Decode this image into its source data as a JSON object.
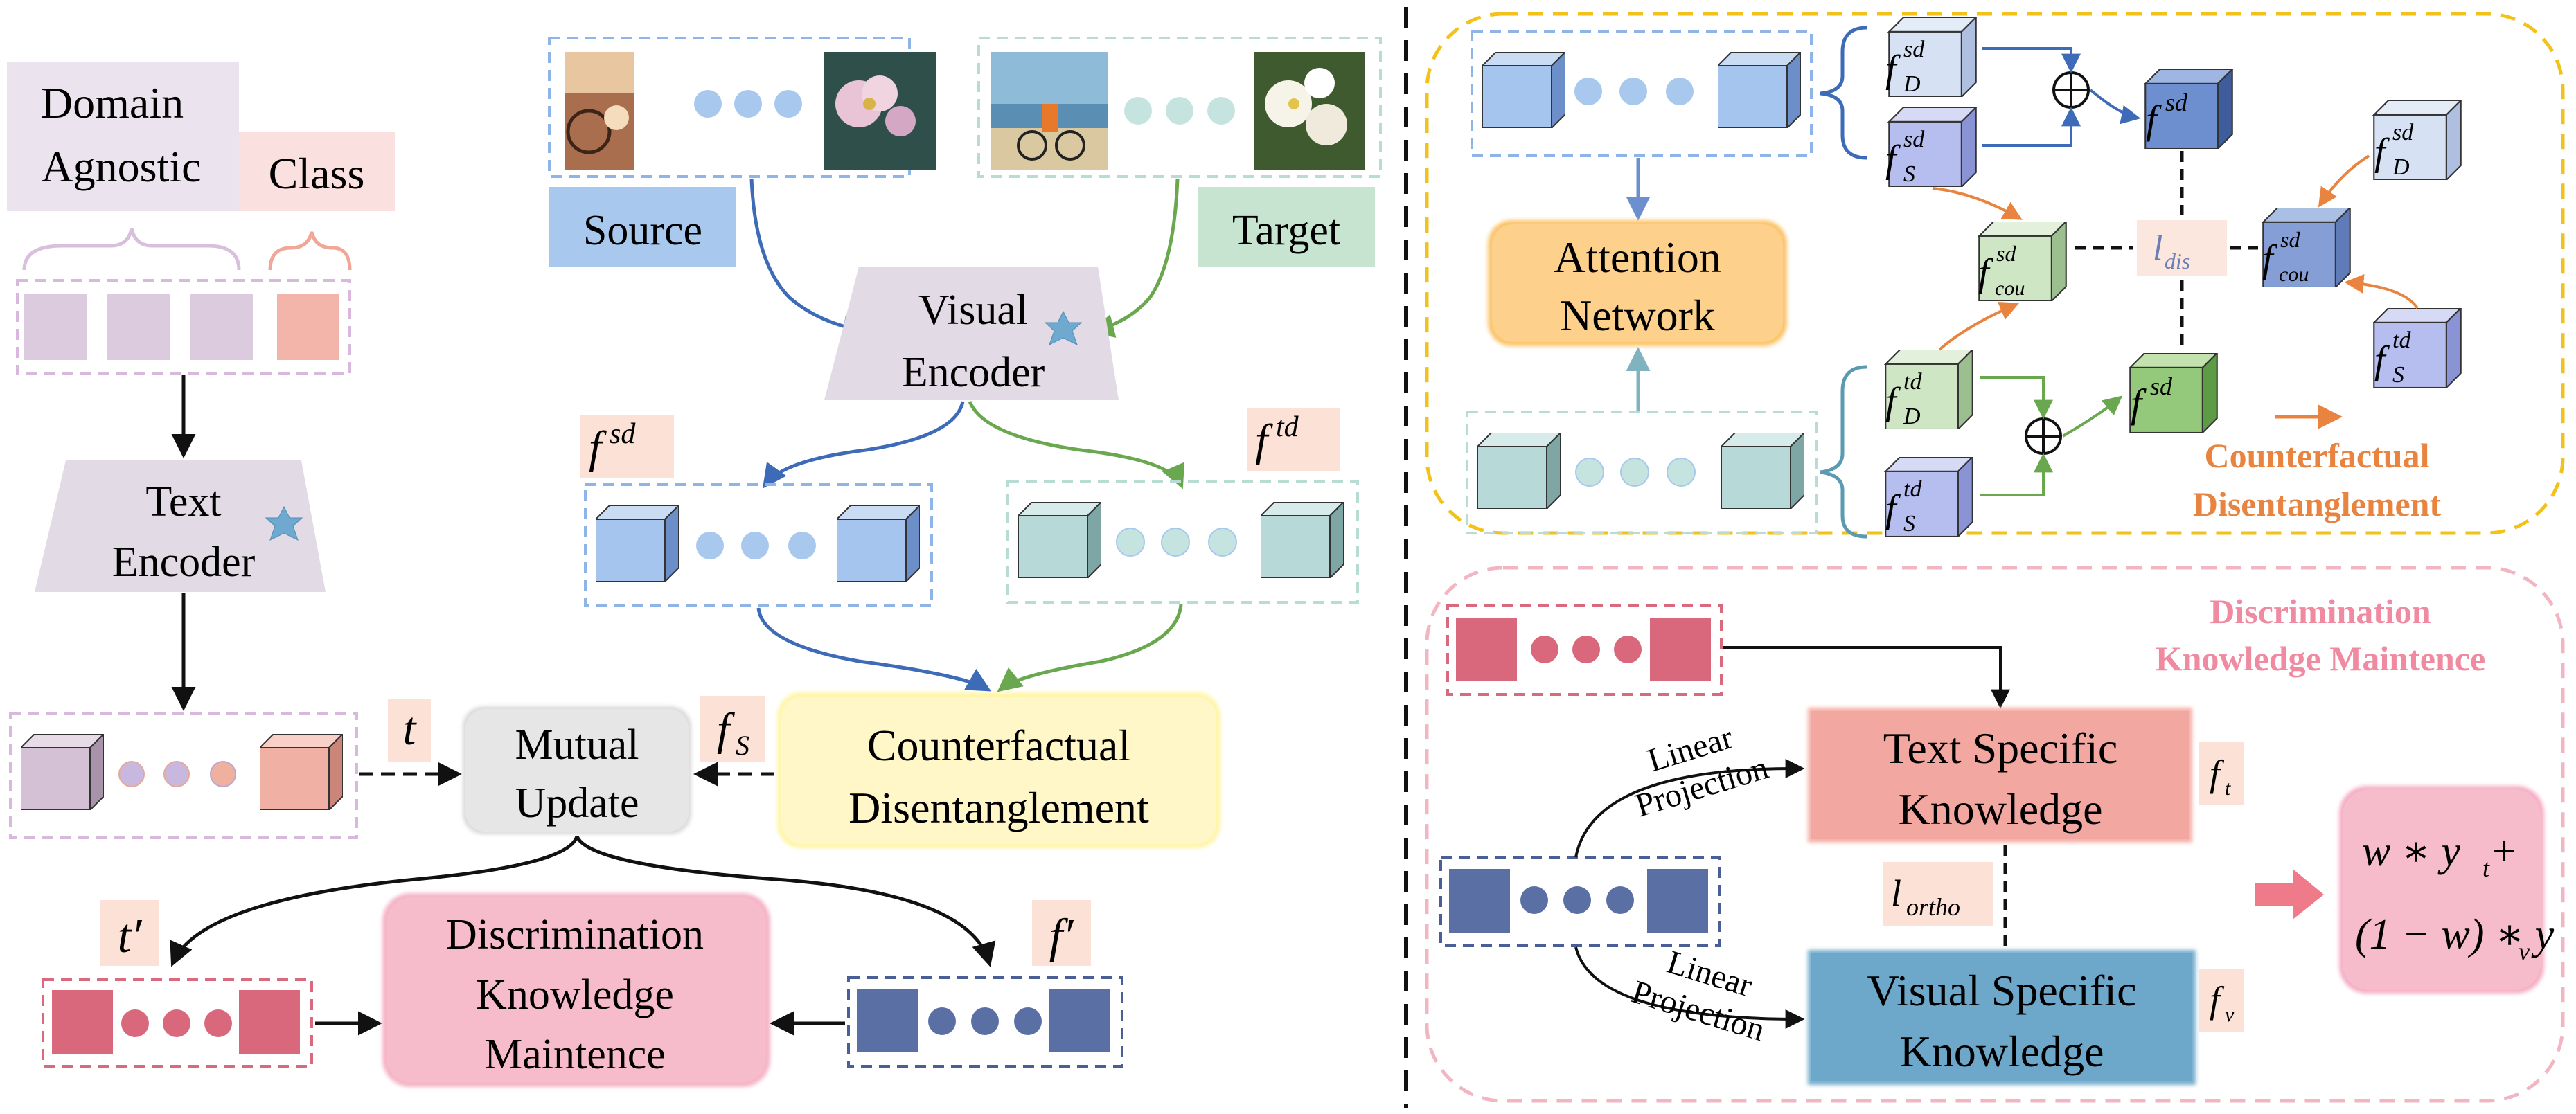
{
  "left": {
    "domain_agnostic_line1": "Domain",
    "domain_agnostic_line2": "Agnostic",
    "class_label": "Class",
    "text_encoder_line1": "Text",
    "text_encoder_line2": "Encoder",
    "t_label": "t",
    "t_prime_label": "t′",
    "fs_label_base": "f",
    "fs_label_sub": "S",
    "mutual_update_line1": "Mutual",
    "mutual_update_line2": "Update",
    "counterfactual_line1": "Counterfactual",
    "counterfactual_line2": "Disentanglement",
    "dkm_line1": "Discrimination",
    "dkm_line2": "Knowledge",
    "dkm_line3": "Maintence",
    "f_prime_label": "f′",
    "source_label": "Source",
    "target_label": "Target",
    "visual_encoder_line1": "Visual",
    "visual_encoder_line2": "Encoder",
    "fsd_base": "f",
    "fsd_sup": "sd",
    "ftd_base": "f",
    "ftd_sup": "td"
  },
  "top_right": {
    "attention_line1": "Attention",
    "attention_line2": "Network",
    "fD_sd": [
      "f",
      "D",
      "sd"
    ],
    "fS_sd": [
      "f",
      "S",
      "sd"
    ],
    "f_sd_top": [
      "f",
      "sd"
    ],
    "fcou_sd": [
      "f",
      "cou",
      "sd"
    ],
    "l_dis": [
      "l",
      "dis"
    ],
    "fcou_sd_right": [
      "f",
      "cou",
      "sd"
    ],
    "fD_sd_right": [
      "f",
      "D",
      "sd"
    ],
    "fS_td_right": [
      "f",
      "S",
      "td"
    ],
    "fD_td": [
      "f",
      "D",
      "td"
    ],
    "fS_td": [
      "f",
      "S",
      "td"
    ],
    "f_sd_bottom": [
      "f",
      "sd"
    ],
    "oplus": "⊕",
    "cd_line1": "Counterfactual",
    "cd_line2": "Disentanglement"
  },
  "bottom_right": {
    "title_line1": "Discrimination",
    "title_line2": "Knowledge Maintence",
    "linear_proj_top_1": "Linear",
    "linear_proj_top_2": "Projection",
    "linear_proj_bot_1": "Linear",
    "linear_proj_bot_2": "Projection",
    "tsk_line1": "Text Specific",
    "tsk_line2": "Knowledge",
    "vsk_line1": "Visual Specific",
    "vsk_line2": "Knowledge",
    "ft_label": [
      "f",
      "t"
    ],
    "fv_label": [
      "f",
      "v"
    ],
    "l_ortho": [
      "l",
      "ortho"
    ],
    "formula_line1": "w ∗ y",
    "formula_line1_sub": "t",
    "formula_line1_tail": " +",
    "formula_line2": "(1 − w) ∗ y",
    "formula_line2_sub": "v"
  },
  "colors": {
    "source_blue": "#a9c8ee",
    "target_green": "#c6e4cf",
    "text_purple": "#d9c8dc",
    "class_pink": "#f2b2a8",
    "dkm_pink": "#f4b8c8",
    "cd_yellow": "#fff2b8",
    "attention_orange": "#fdd08c",
    "tsk_salmon": "#f2a7a0",
    "vsk_blue": "#6da7c9",
    "dark_navy": "#5a6fa4",
    "deep_pink": "#d96a7e",
    "orange_accent": "#e8843f"
  }
}
